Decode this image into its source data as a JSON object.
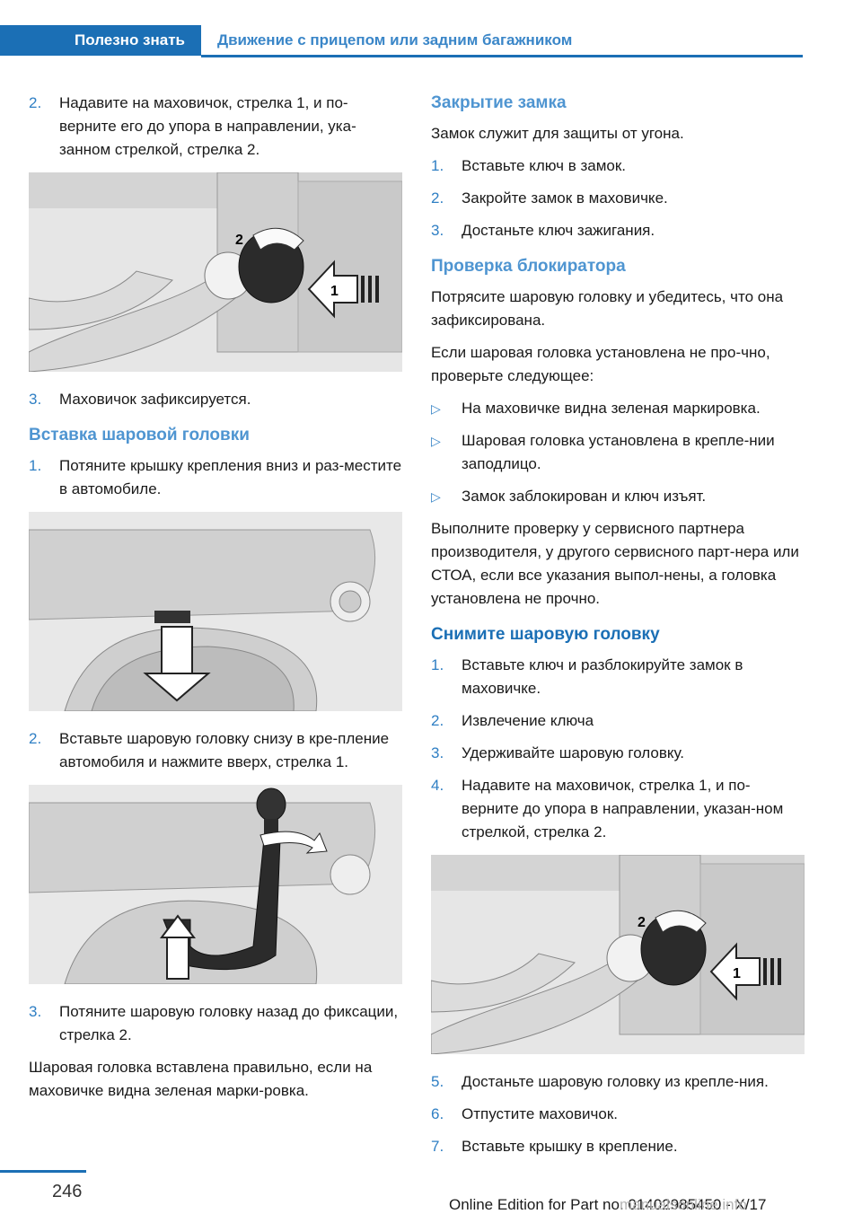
{
  "header": {
    "section": "Полезно знать",
    "breadcrumb": "Движение с прицепом или задним багажником"
  },
  "left": {
    "step2": {
      "num": "2.",
      "text": "Надавите на маховичок, стрелка 1, и по-верните его до упора в направлении, ука-занном стрелкой, стрелка 2."
    },
    "step3": {
      "num": "3.",
      "text": "Маховичок зафиксируется."
    },
    "heading_insert": "Вставка шаровой головки",
    "insert_step1": {
      "num": "1.",
      "text": "Потяните крышку крепления вниз и раз-местите в автомобиле."
    },
    "insert_step2": {
      "num": "2.",
      "text": "Вставьте шаровую головку снизу в кре-пление автомобиля и нажмите вверх, стрелка 1."
    },
    "insert_step3": {
      "num": "3.",
      "text": "Потяните шаровую головку назад до фиксации, стрелка 2."
    },
    "insert_note": "Шаровая головка вставлена правильно, если на маховичке видна зеленая марки-ровка."
  },
  "right": {
    "heading_lock": "Закрытие замка",
    "lock_intro": "Замок служит для защиты от угона.",
    "lock_steps": [
      {
        "num": "1.",
        "text": "Вставьте ключ в замок."
      },
      {
        "num": "2.",
        "text": "Закройте замок в маховичке."
      },
      {
        "num": "3.",
        "text": "Достаньте ключ зажигания."
      }
    ],
    "heading_check": "Проверка блокиратора",
    "check_p1": "Потрясите шаровую головку и убедитесь, что она зафиксирована.",
    "check_p2": "Если шаровая головка установлена не про-чно, проверьте следующее:",
    "check_bullets": [
      "На маховичке видна зеленая маркировка.",
      "Шаровая головка установлена в крепле-нии заподлицо.",
      "Замок заблокирован и ключ изъят."
    ],
    "check_p3": "Выполните проверку у сервисного партнера производителя, у другого сервисного парт-нера или СТОА, если все указания выпол-нены, а головка установлена не прочно.",
    "heading_remove": "Снимите шаровую головку",
    "remove_steps_a": [
      {
        "num": "1.",
        "text": "Вставьте ключ и разблокируйте замок в маховичке."
      },
      {
        "num": "2.",
        "text": "Извлечение ключа"
      },
      {
        "num": "3.",
        "text": "Удерживайте шаровую головку."
      },
      {
        "num": "4.",
        "text": "Надавите на маховичок, стрелка 1, и по-верните до упора в направлении, указан-ном стрелкой, стрелка 2."
      }
    ],
    "remove_steps_b": [
      {
        "num": "5.",
        "text": "Достаньте шаровую головку из крепле-ния."
      },
      {
        "num": "6.",
        "text": "Отпустите маховичок."
      },
      {
        "num": "7.",
        "text": "Вставьте крышку в крепление."
      }
    ]
  },
  "bullet_glyph": "▷",
  "footer": {
    "page": "246",
    "edition": "Online Edition for Part no. 01402985450 - X/17",
    "watermark": "manualsonline.info"
  },
  "figures": {
    "label1": "1",
    "label2": "2"
  },
  "colors": {
    "brand": "#1b6fb5",
    "accent": "#4f95d1"
  }
}
